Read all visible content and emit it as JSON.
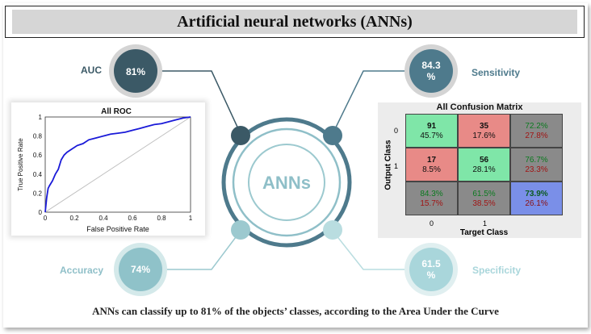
{
  "title": "Artificial neural networks (ANNs)",
  "center_label": "ANNs",
  "metrics": {
    "auc": {
      "label": "AUC",
      "value": "81%"
    },
    "sensitivity": {
      "label": "Sensitivity",
      "value_line1": "84.3",
      "value_line2": "%"
    },
    "accuracy": {
      "label": "Accuracy",
      "value": "74%"
    },
    "specificity": {
      "label": "Specificity",
      "value_line1": "61.5",
      "value_line2": "%"
    }
  },
  "colors": {
    "dark_teal": "#3b5966",
    "mid_teal": "#4e7a8c",
    "light_teal": "#9cc9cf",
    "pale_teal": "#b9dde0",
    "green_cell": "#7fe6a8",
    "red_cell": "#e88a87",
    "gray_cell": "#8a8a8a",
    "blue_cell": "#7a8fe8"
  },
  "roc": {
    "title": "All ROC",
    "xlabel": "False Positive Rate",
    "ylabel": "True Positive Rate",
    "xticks": [
      "0",
      "0.2",
      "0.4",
      "0.6",
      "0.8",
      "1"
    ],
    "yticks": [
      "0",
      "0.2",
      "0.4",
      "0.6",
      "0.8",
      "1"
    ]
  },
  "chart_data": {
    "type": "line",
    "title": "All ROC",
    "xlabel": "False Positive Rate",
    "ylabel": "True Positive Rate",
    "xlim": [
      0,
      1
    ],
    "ylim": [
      0,
      1
    ],
    "grid": false,
    "series": [
      {
        "x": [
          0,
          0.01,
          0.02,
          0.03,
          0.05,
          0.07,
          0.09,
          0.11,
          0.13,
          0.15,
          0.18,
          0.22,
          0.26,
          0.3,
          0.35,
          0.4,
          0.45,
          0.5,
          0.55,
          0.6,
          0.65,
          0.7,
          0.75,
          0.8,
          0.85,
          0.9,
          0.95,
          1
        ],
        "y": [
          0,
          0.15,
          0.25,
          0.28,
          0.33,
          0.4,
          0.45,
          0.55,
          0.6,
          0.63,
          0.66,
          0.7,
          0.72,
          0.76,
          0.78,
          0.8,
          0.82,
          0.83,
          0.84,
          0.86,
          0.88,
          0.9,
          0.92,
          0.93,
          0.95,
          0.97,
          0.99,
          1
        ]
      },
      {
        "x": [
          0,
          1
        ],
        "y": [
          0,
          1
        ]
      }
    ]
  },
  "confusion": {
    "title": "All Confusion Matrix",
    "xlabel": "Target Class",
    "ylabel": "Output Class",
    "row_ticks": [
      "0",
      "1"
    ],
    "col_ticks": [
      "0",
      "1"
    ],
    "cells": [
      [
        {
          "top": "91",
          "bottom": "45.7%"
        },
        {
          "top": "35",
          "bottom": "17.6%"
        },
        {
          "top": "72.2%",
          "bottom": "27.8%"
        }
      ],
      [
        {
          "top": "17",
          "bottom": "8.5%"
        },
        {
          "top": "56",
          "bottom": "28.1%"
        },
        {
          "top": "76.7%",
          "bottom": "23.3%"
        }
      ],
      [
        {
          "top": "84.3%",
          "bottom": "15.7%"
        },
        {
          "top": "61.5%",
          "bottom": "38.5%"
        },
        {
          "top": "73.9%",
          "bottom": "26.1%"
        }
      ]
    ]
  },
  "footer": "ANNs can classify up to 81% of the objects’ classes, according to the Area Under the Curve"
}
